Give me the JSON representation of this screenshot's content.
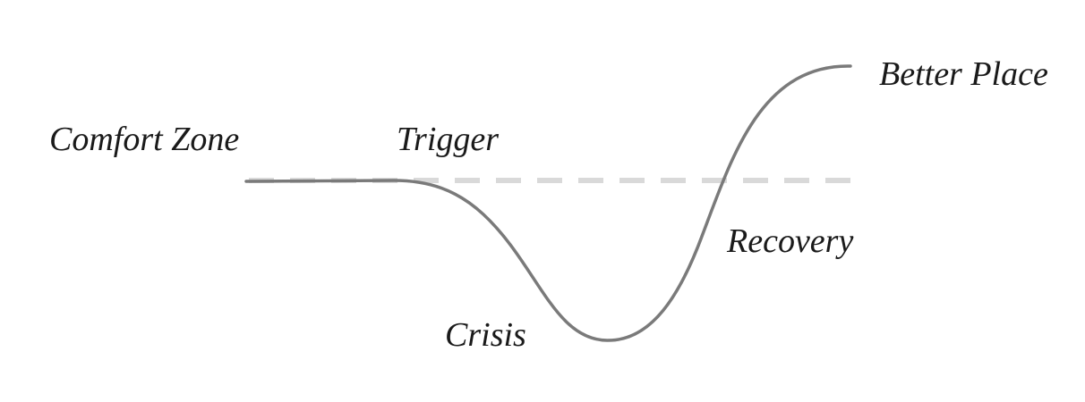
{
  "diagram": {
    "colors": {
      "curve": "#7a7a7a",
      "baseline": "#d9d9d9",
      "text": "#1a1a1a",
      "background": "#ffffff"
    },
    "stages": {
      "comfort_zone": "Comfort Zone",
      "trigger": "Trigger",
      "crisis": "Crisis",
      "recovery": "Recovery",
      "better_place": "Better Place"
    }
  }
}
